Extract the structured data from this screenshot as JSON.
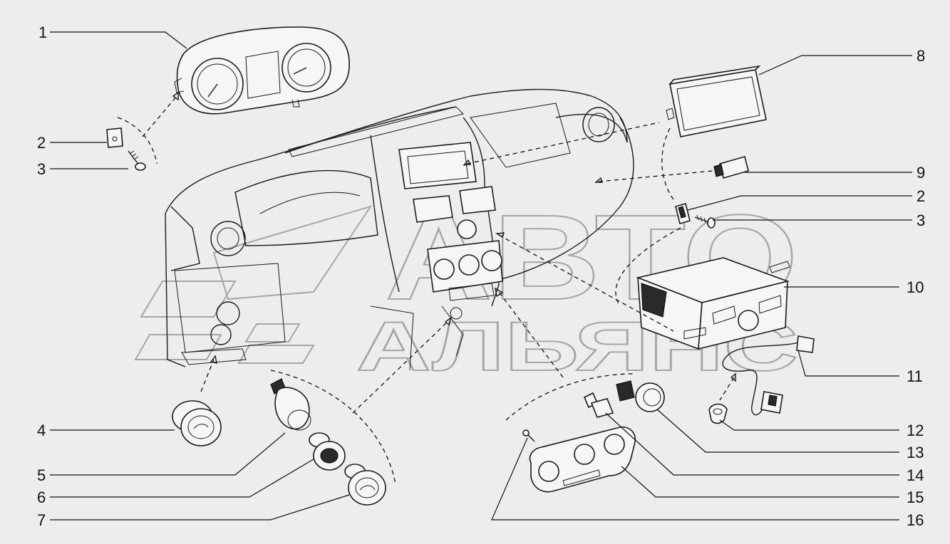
{
  "watermark": {
    "line1": "АВТО",
    "line2": "АЛЬЯНС"
  },
  "callouts": [
    {
      "id": "c1",
      "label": "1"
    },
    {
      "id": "c2a",
      "label": "2"
    },
    {
      "id": "c3a",
      "label": "3"
    },
    {
      "id": "c4",
      "label": "4"
    },
    {
      "id": "c5",
      "label": "5"
    },
    {
      "id": "c6",
      "label": "6"
    },
    {
      "id": "c7",
      "label": "7"
    },
    {
      "id": "c8",
      "label": "8"
    },
    {
      "id": "c9",
      "label": "9"
    },
    {
      "id": "c2b",
      "label": "2"
    },
    {
      "id": "c3b",
      "label": "3"
    },
    {
      "id": "c10",
      "label": "10"
    },
    {
      "id": "c11",
      "label": "11"
    },
    {
      "id": "c12",
      "label": "12"
    },
    {
      "id": "c13",
      "label": "13"
    },
    {
      "id": "c14",
      "label": "14"
    },
    {
      "id": "c15",
      "label": "15"
    },
    {
      "id": "c16",
      "label": "16"
    }
  ],
  "parts": [
    {
      "callout": "1",
      "icon": "instrument-cluster-icon"
    },
    {
      "callout": "2",
      "icon": "clip-icon"
    },
    {
      "callout": "3",
      "icon": "screw-icon"
    },
    {
      "callout": "4",
      "icon": "round-switch-icon"
    },
    {
      "callout": "5",
      "icon": "lighter-icon"
    },
    {
      "callout": "6",
      "icon": "socket-ring-icon"
    },
    {
      "callout": "7",
      "icon": "socket-cap-icon"
    },
    {
      "callout": "8",
      "icon": "display-screen-icon"
    },
    {
      "callout": "9",
      "icon": "connector-icon"
    },
    {
      "callout": "10",
      "icon": "audio-unit-icon"
    },
    {
      "callout": "11",
      "icon": "wiring-harness-icon"
    },
    {
      "callout": "12",
      "icon": "holder-clip-icon"
    },
    {
      "callout": "13",
      "icon": "knob-switch-icon"
    },
    {
      "callout": "14",
      "icon": "bulb-socket-icon"
    },
    {
      "callout": "15",
      "icon": "heater-control-panel-icon"
    },
    {
      "callout": "16",
      "icon": "small-screw-icon"
    }
  ],
  "colors": {
    "background": "#ededed",
    "line": "#1a1a1a",
    "watermark": "#9a9a9a"
  }
}
